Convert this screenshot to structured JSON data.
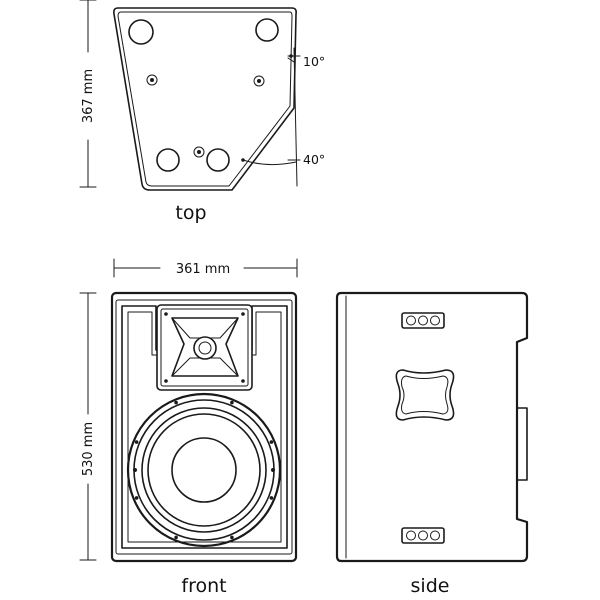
{
  "views": {
    "top": "top",
    "front": "front",
    "side": "side"
  },
  "dimensions": {
    "depth": "367 mm",
    "width": "361 mm",
    "height": "530 mm"
  },
  "angles": {
    "upper": "10°",
    "lower": "40°"
  }
}
